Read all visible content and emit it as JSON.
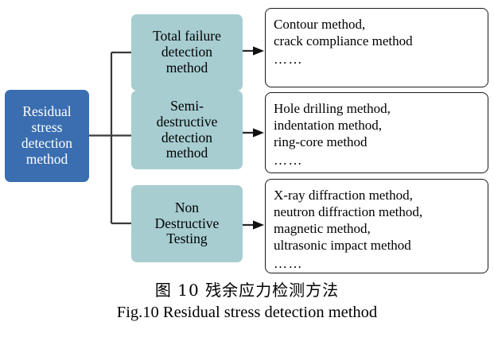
{
  "figure": {
    "caption_cn": "图 10  残余应力检测方法",
    "caption_en": "Fig.10 Residual stress detection method"
  },
  "colors": {
    "root_fill": "#3A6EB0",
    "root_text": "#FFFFFF",
    "branch_fill": "#A7CDD1",
    "branch_text": "#000000",
    "leaf_fill": "#FFFFFF",
    "leaf_border": "#1A1A1A",
    "connector": "#3A3A3A"
  },
  "diagram": {
    "type": "tree",
    "root": {
      "label": "Residual\nstress\ndetection\nmethod"
    },
    "branches": [
      {
        "label": "Total failure\ndetection\nmethod",
        "leaf": {
          "lines": [
            "Contour method,",
            "crack compliance method"
          ],
          "ellipsis": "……"
        }
      },
      {
        "label": "Semi-\ndestructive\ndetection\nmethod",
        "leaf": {
          "lines": [
            "Hole drilling method,",
            "indentation method,",
            "ring-core method"
          ],
          "ellipsis": "……"
        }
      },
      {
        "label": "Non\nDestructive\nTesting",
        "leaf": {
          "lines": [
            "X-ray diffraction method,",
            "neutron diffraction method,",
            "magnetic method,",
            "ultrasonic impact method"
          ],
          "ellipsis": "……"
        }
      }
    ]
  }
}
